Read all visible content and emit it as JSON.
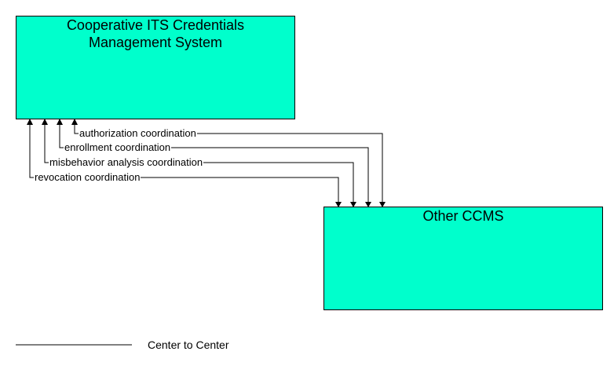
{
  "diagram": {
    "elements": [
      {
        "id": "ccms",
        "label": "Cooperative ITS Credentials\nManagement System",
        "color": "#00ffcc"
      },
      {
        "id": "other",
        "label": "Other CCMS",
        "color": "#00ffcc"
      }
    ],
    "flows": [
      {
        "label": "authorization coordination",
        "from": "Other CCMS",
        "to": "Cooperative ITS Credentials Management System"
      },
      {
        "label": "enrollment coordination",
        "from": "Other CCMS",
        "to": "Cooperative ITS Credentials Management System"
      },
      {
        "label": "misbehavior analysis coordination",
        "from": "Cooperative ITS Credentials Management System",
        "to": "Other CCMS"
      },
      {
        "label": "revocation coordination",
        "from": "Cooperative ITS Credentials Management System",
        "to": "Other CCMS"
      }
    ],
    "legend": {
      "label": "Center to Center"
    }
  }
}
